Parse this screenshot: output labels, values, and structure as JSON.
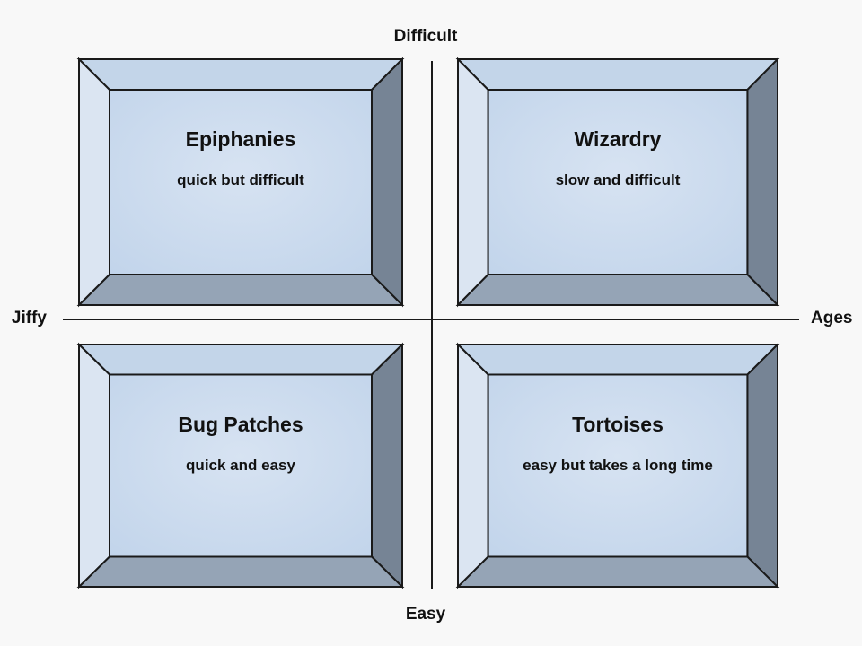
{
  "axes": {
    "top": "Difficult",
    "bottom": "Easy",
    "left": "Jiffy",
    "right": "Ages"
  },
  "quadrants": [
    {
      "position": "top-left",
      "title": "Epiphanies",
      "subtitle": "quick but difficult"
    },
    {
      "position": "top-right",
      "title": "Wizardry",
      "subtitle": "slow and difficult"
    },
    {
      "position": "bottom-left",
      "title": "Bug Patches",
      "subtitle": "quick and easy"
    },
    {
      "position": "bottom-right",
      "title": "Tortoises",
      "subtitle": "easy but takes a long time"
    }
  ],
  "colors": {
    "background": "#f8f8f8",
    "line": "#1a1a1a",
    "bevel_top": "#c3d5e9",
    "bevel_left": "#dbe5f2",
    "bevel_right": "#768495",
    "bevel_bottom": "#95a4b6",
    "panel_center": "#d7e3f2",
    "panel_edge": "#c0d3ea",
    "text": "#111111"
  }
}
